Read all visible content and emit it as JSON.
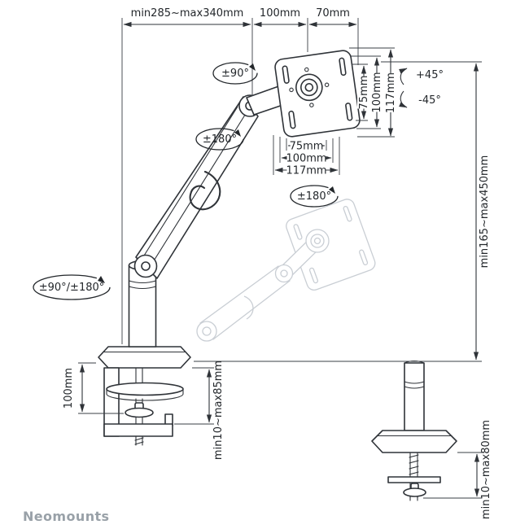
{
  "page": {
    "background": "#ffffff"
  },
  "brand": {
    "logo_text": "Neomounts",
    "logo_color": "#99a1a8"
  },
  "drawing_colors": {
    "line": "#2f3338",
    "ghost": "#c9ced4"
  },
  "dimensions": {
    "arm_reach": "min285~max340mm",
    "vesa_top_width": "100mm",
    "head_depth": "70mm",
    "vesa_vertical_75": "75mm",
    "vesa_vertical_100": "100mm",
    "vesa_vertical_117": "117mm",
    "vesa_horizontal_75": "75mm",
    "vesa_horizontal_100": "100mm",
    "vesa_horizontal_117": "117mm",
    "height_range": "min165~max450mm",
    "clamp_height": "100mm",
    "clamp_opening": "min10~max85mm",
    "grommet_thickness": "min10~max80mm"
  },
  "rotations": {
    "head_swivel": "±90°",
    "upper_arm_swivel": "±180°",
    "vesa_rotation": "±180°",
    "base_rotation": "±90°/±180°",
    "tilt_up": "+45°",
    "tilt_down": "-45°"
  }
}
